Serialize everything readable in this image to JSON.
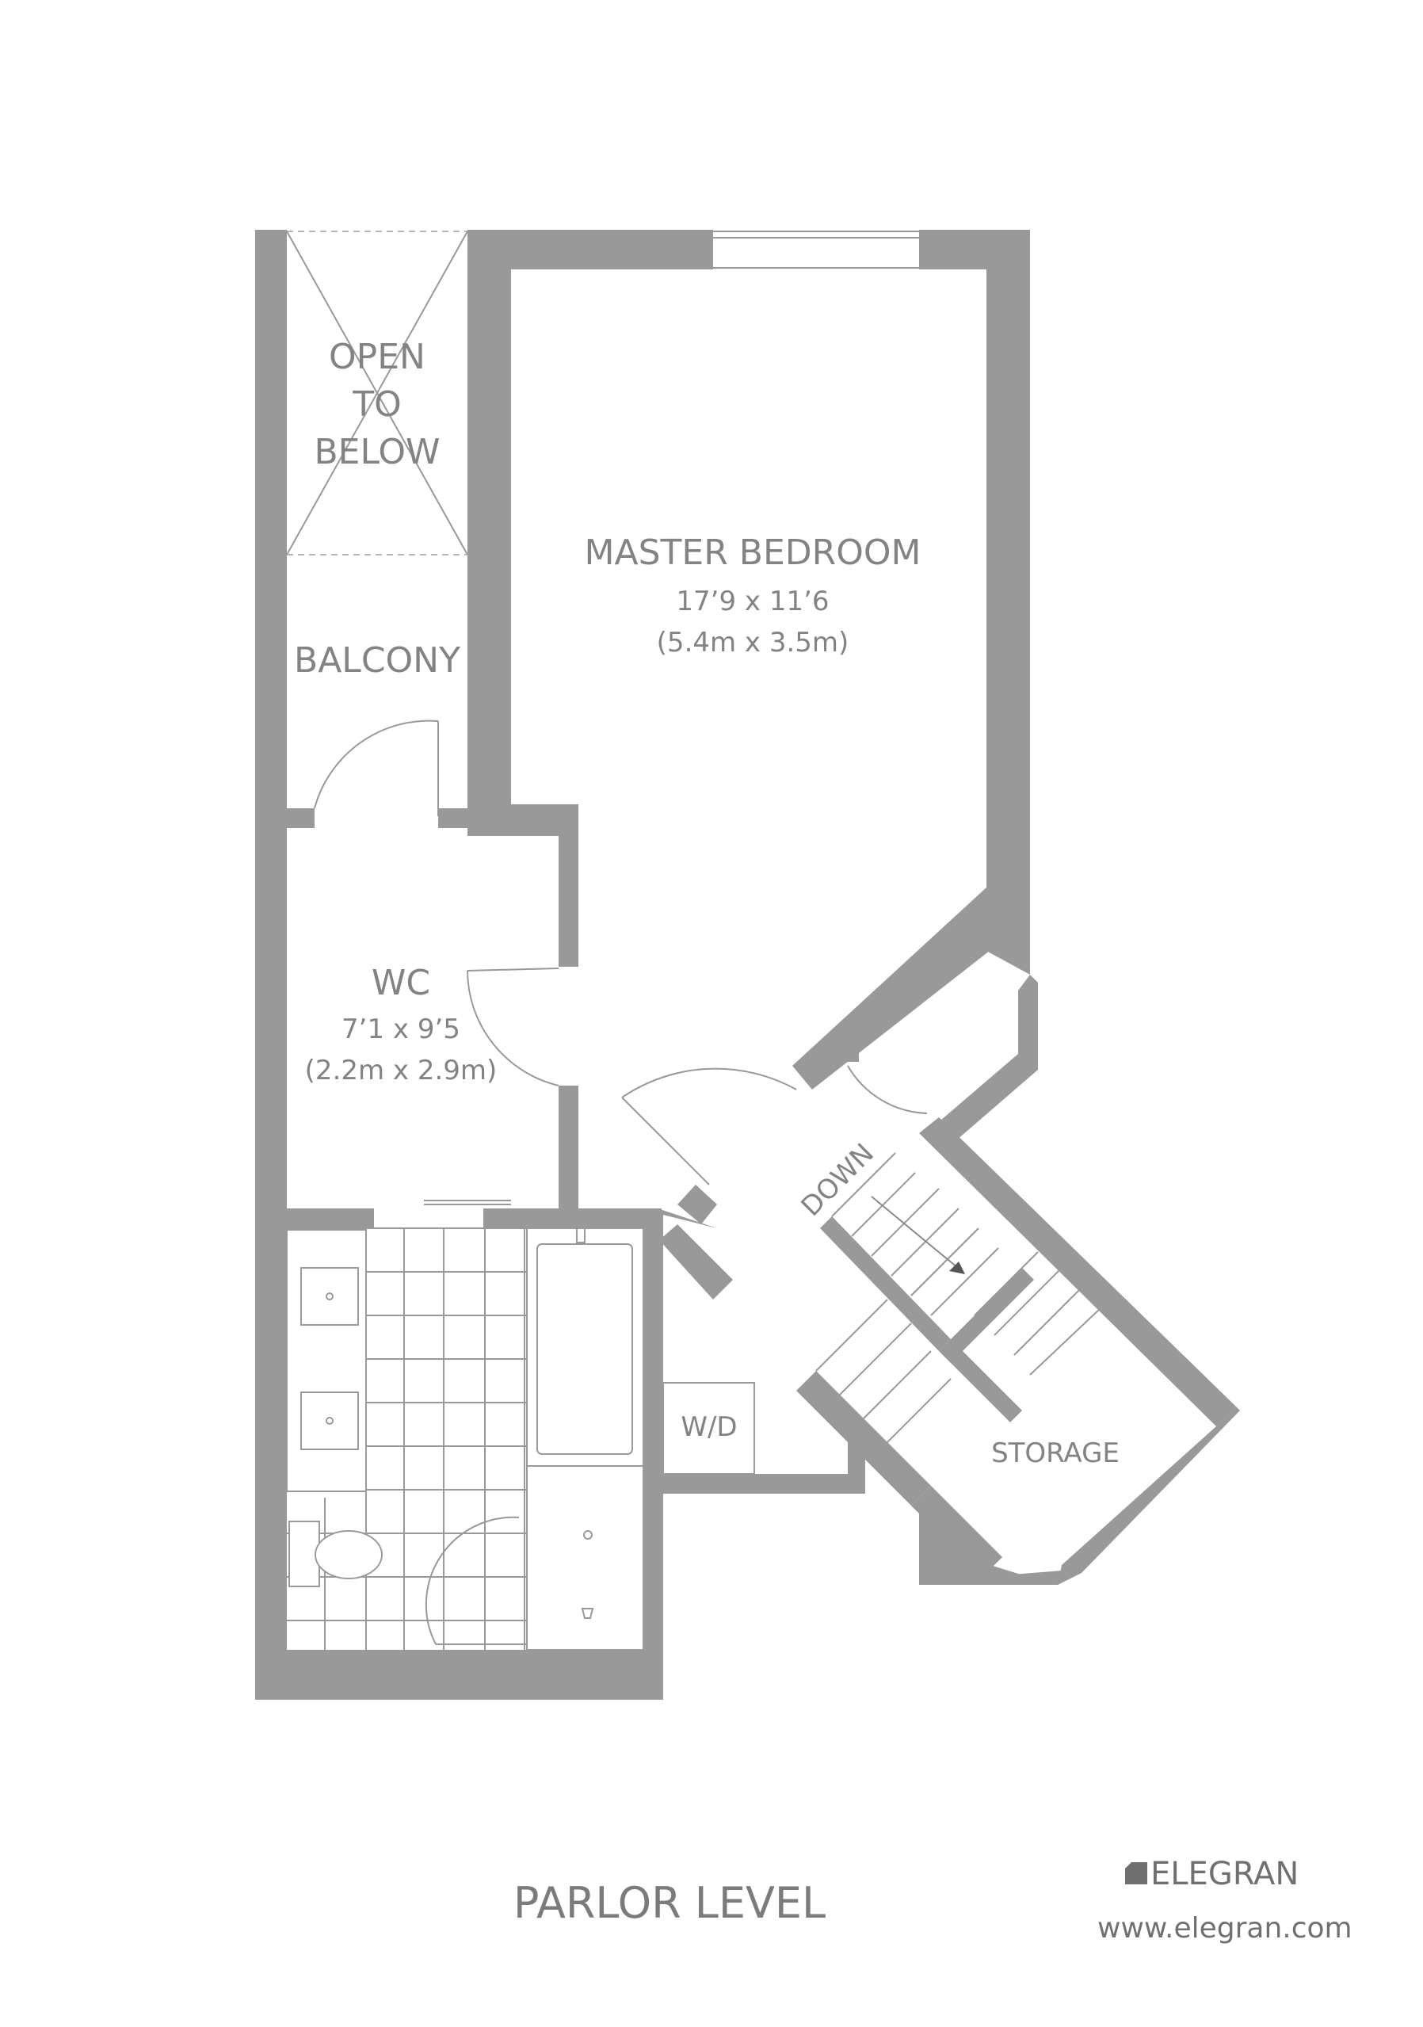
{
  "labels": {
    "open_to_below": [
      "OPEN",
      "TO",
      "BELOW"
    ],
    "balcony": "BALCONY",
    "master_bedroom": {
      "name": "MASTER BEDROOM",
      "dim_imperial": "17’9 x 11’6",
      "dim_metric": "(5.4m x 3.5m)"
    },
    "wc": {
      "name": "WC",
      "dim_imperial": "7’1 x 9’5",
      "dim_metric": "(2.2m x 2.9m)"
    },
    "down": "DOWN",
    "wd": "W/D",
    "storage": "STORAGE"
  },
  "footer": {
    "level_title": "PARLOR LEVEL",
    "brand": "ELEGRAN",
    "url": "www.elegran.com"
  },
  "colors": {
    "wall": "#999999",
    "text": "#838383"
  }
}
